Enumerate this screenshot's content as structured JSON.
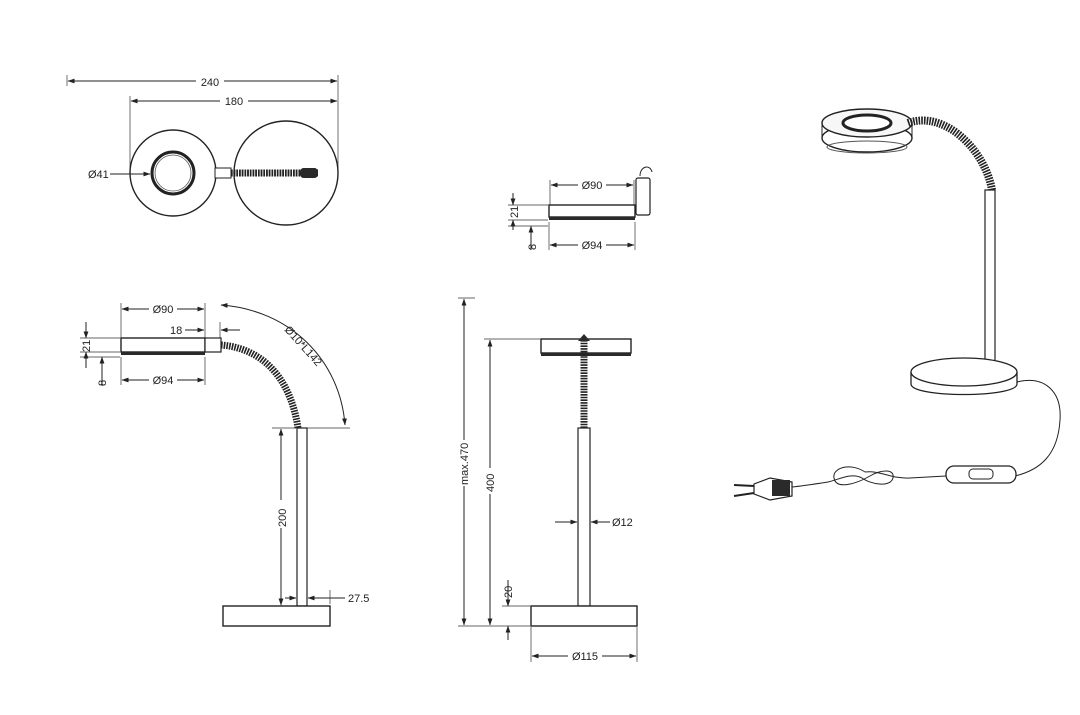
{
  "dimensions": {
    "top_width_total": "240",
    "top_width_base": "180",
    "top_shade_dia": "Ø41",
    "small_shade_dia": "Ø90",
    "small_shade_height": "21",
    "small_base_height": "8",
    "small_base_dia": "Ø94",
    "side_shade_dia_top": "Ø90",
    "side_offset": "18",
    "side_gooseneck": "Ø10*L142",
    "side_shade_height": "21",
    "side_base_height": "8",
    "side_base_dia": "Ø94",
    "side_stem_height": "200",
    "side_base_offset": "27.5",
    "front_max_height": "max.470",
    "front_height": "400",
    "front_stem_dia": "Ø12",
    "front_base_height": "20",
    "front_base_dia": "Ø115"
  }
}
